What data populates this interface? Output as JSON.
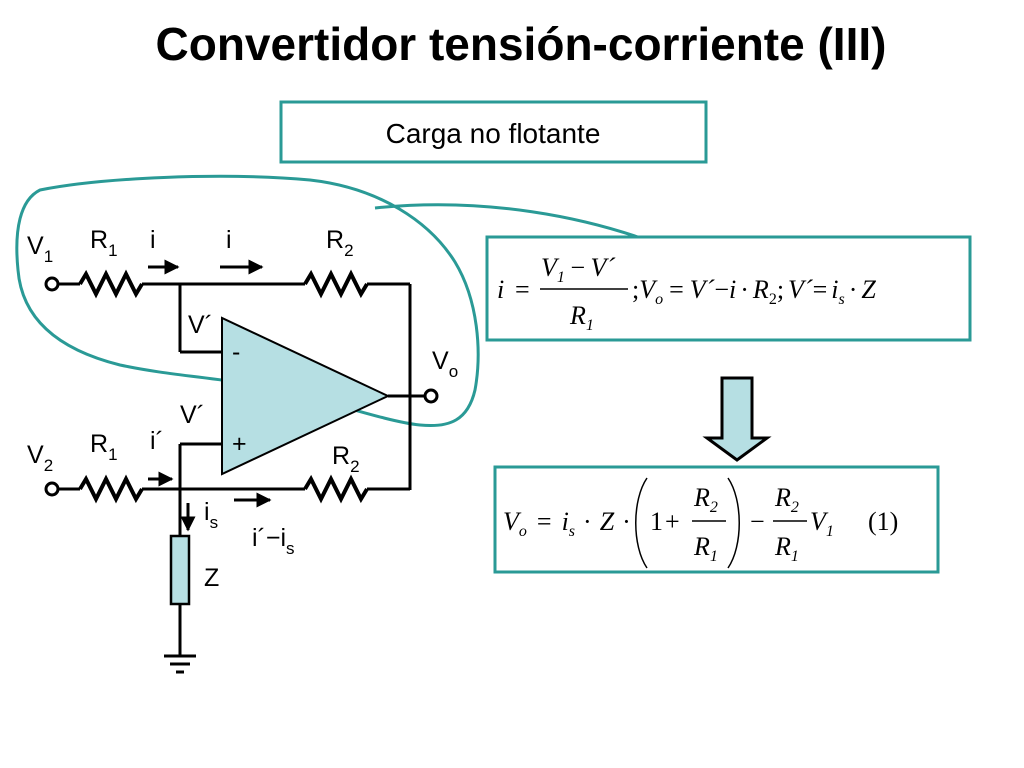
{
  "title": "Convertidor tensión-corriente (III)",
  "subtitle_box": "Carga no flotante",
  "colors": {
    "box_border": "#2a9a96",
    "opamp_fill": "#b6dfe3",
    "arrow_fill": "#b6dfe3",
    "lasso": "#2a9a96"
  },
  "circuit": {
    "v1": "V",
    "v1_sub": "1",
    "v2": "V",
    "v2_sub": "2",
    "r1_top": "R",
    "r1_top_sub": "1",
    "r1_bot": "R",
    "r1_bot_sub": "1",
    "r2_top": "R",
    "r2_top_sub": "2",
    "r2_bot": "R",
    "r2_bot_sub": "2",
    "i_left": "i",
    "i_right": "i",
    "v_prime_top": "V´",
    "v_prime_bot": "V´",
    "minus": "-",
    "plus": "+",
    "vo": "V",
    "vo_sub": "o",
    "i_prime": "i´",
    "is": "i",
    "is_sub": "s",
    "i_prime_minus_is": "i´−i",
    "i_prime_minus_is_sub": "s",
    "z": "Z"
  },
  "equation1": {
    "i": "i",
    "eq": "=",
    "num_v1": "V",
    "num_v1_sub": "1",
    "minus": "−",
    "num_vp": "V´",
    "den": "R",
    "den_sub": "1",
    "semi1": ";",
    "vo": "V",
    "vo_sub": "o",
    "eq2": "=",
    "vp": "V´",
    "minus2": "−",
    "i2": "i",
    "dot": "·",
    "r2": "R",
    "r2_sub": "2",
    "semi2": ";",
    "vp2": "V´",
    "eq3": "=",
    "is": "i",
    "is_sub": "s",
    "dot2": "·",
    "z": "Z"
  },
  "equation2": {
    "vo": "V",
    "vo_sub": "o",
    "eq": "=",
    "is": "i",
    "is_sub": "s",
    "dot": "·",
    "z": "Z",
    "dot2": "·",
    "one": "1",
    "plus": "+",
    "r2": "R",
    "r2_sub": "2",
    "r1": "R",
    "r1_sub": "1",
    "minus": "−",
    "r2b": "R",
    "r2b_sub": "2",
    "r1b": "R",
    "r1b_sub": "1",
    "v1": "V",
    "v1_sub": "1",
    "tag": "(1)"
  }
}
